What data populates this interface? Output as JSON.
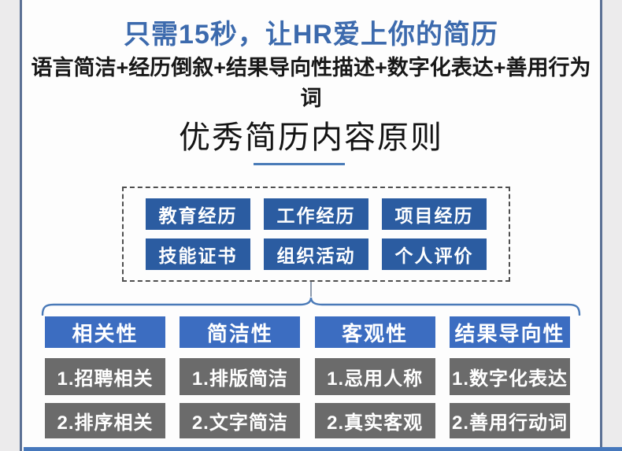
{
  "header": {
    "title": "只需15秒，让HR爱上你的简历",
    "subtitle": "语言简洁+经历倒叙+结果导向性描述+数字化表达+善用行为词"
  },
  "section": {
    "heading": "优秀简历内容原则"
  },
  "resume_sections": [
    "教育经历",
    "工作经历",
    "项目经历",
    "技能证书",
    "组织活动",
    "个人评价"
  ],
  "principles": [
    {
      "header": "相关性",
      "items": [
        "1.招聘相关",
        "2.排序相关"
      ]
    },
    {
      "header": "简洁性",
      "items": [
        "1.排版简洁",
        "2.文字简洁"
      ]
    },
    {
      "header": "客观性",
      "items": [
        "1.忌用人称",
        "2.真实客观"
      ]
    },
    {
      "header": "结果导向性",
      "items": [
        "1.数字化表达",
        "2.善用行动词"
      ]
    }
  ],
  "colors": {
    "title_blue": "#3c6aad",
    "chip_blue": "#2b5ca1",
    "header_blue": "#3c6dc1",
    "gray_box": "#6b6b6b",
    "underline_blue": "#4a7cb8",
    "rail_slate": "#5c7195",
    "margin_gray": "#ecebec",
    "brace_blue": "#4a7ab8",
    "bottom_bar_blue": "#4678bc"
  }
}
